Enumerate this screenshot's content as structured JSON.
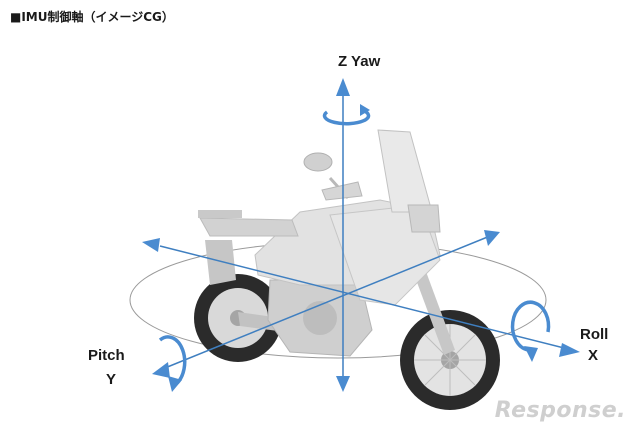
{
  "caption": "■IMU制御軸（イメージCG）",
  "axes": {
    "z_label": "Z Yaw",
    "roll_label": "Roll",
    "x_label": "X",
    "pitch_label": "Pitch",
    "y_label": "Y"
  },
  "watermark": "Response.",
  "colors": {
    "axis_blue": "#3f7fc0",
    "arrow_blue": "#4a8bd0",
    "ring": "#9a9a9a",
    "bike_body": "#dedede",
    "bike_shade": "#bcbcbc"
  }
}
